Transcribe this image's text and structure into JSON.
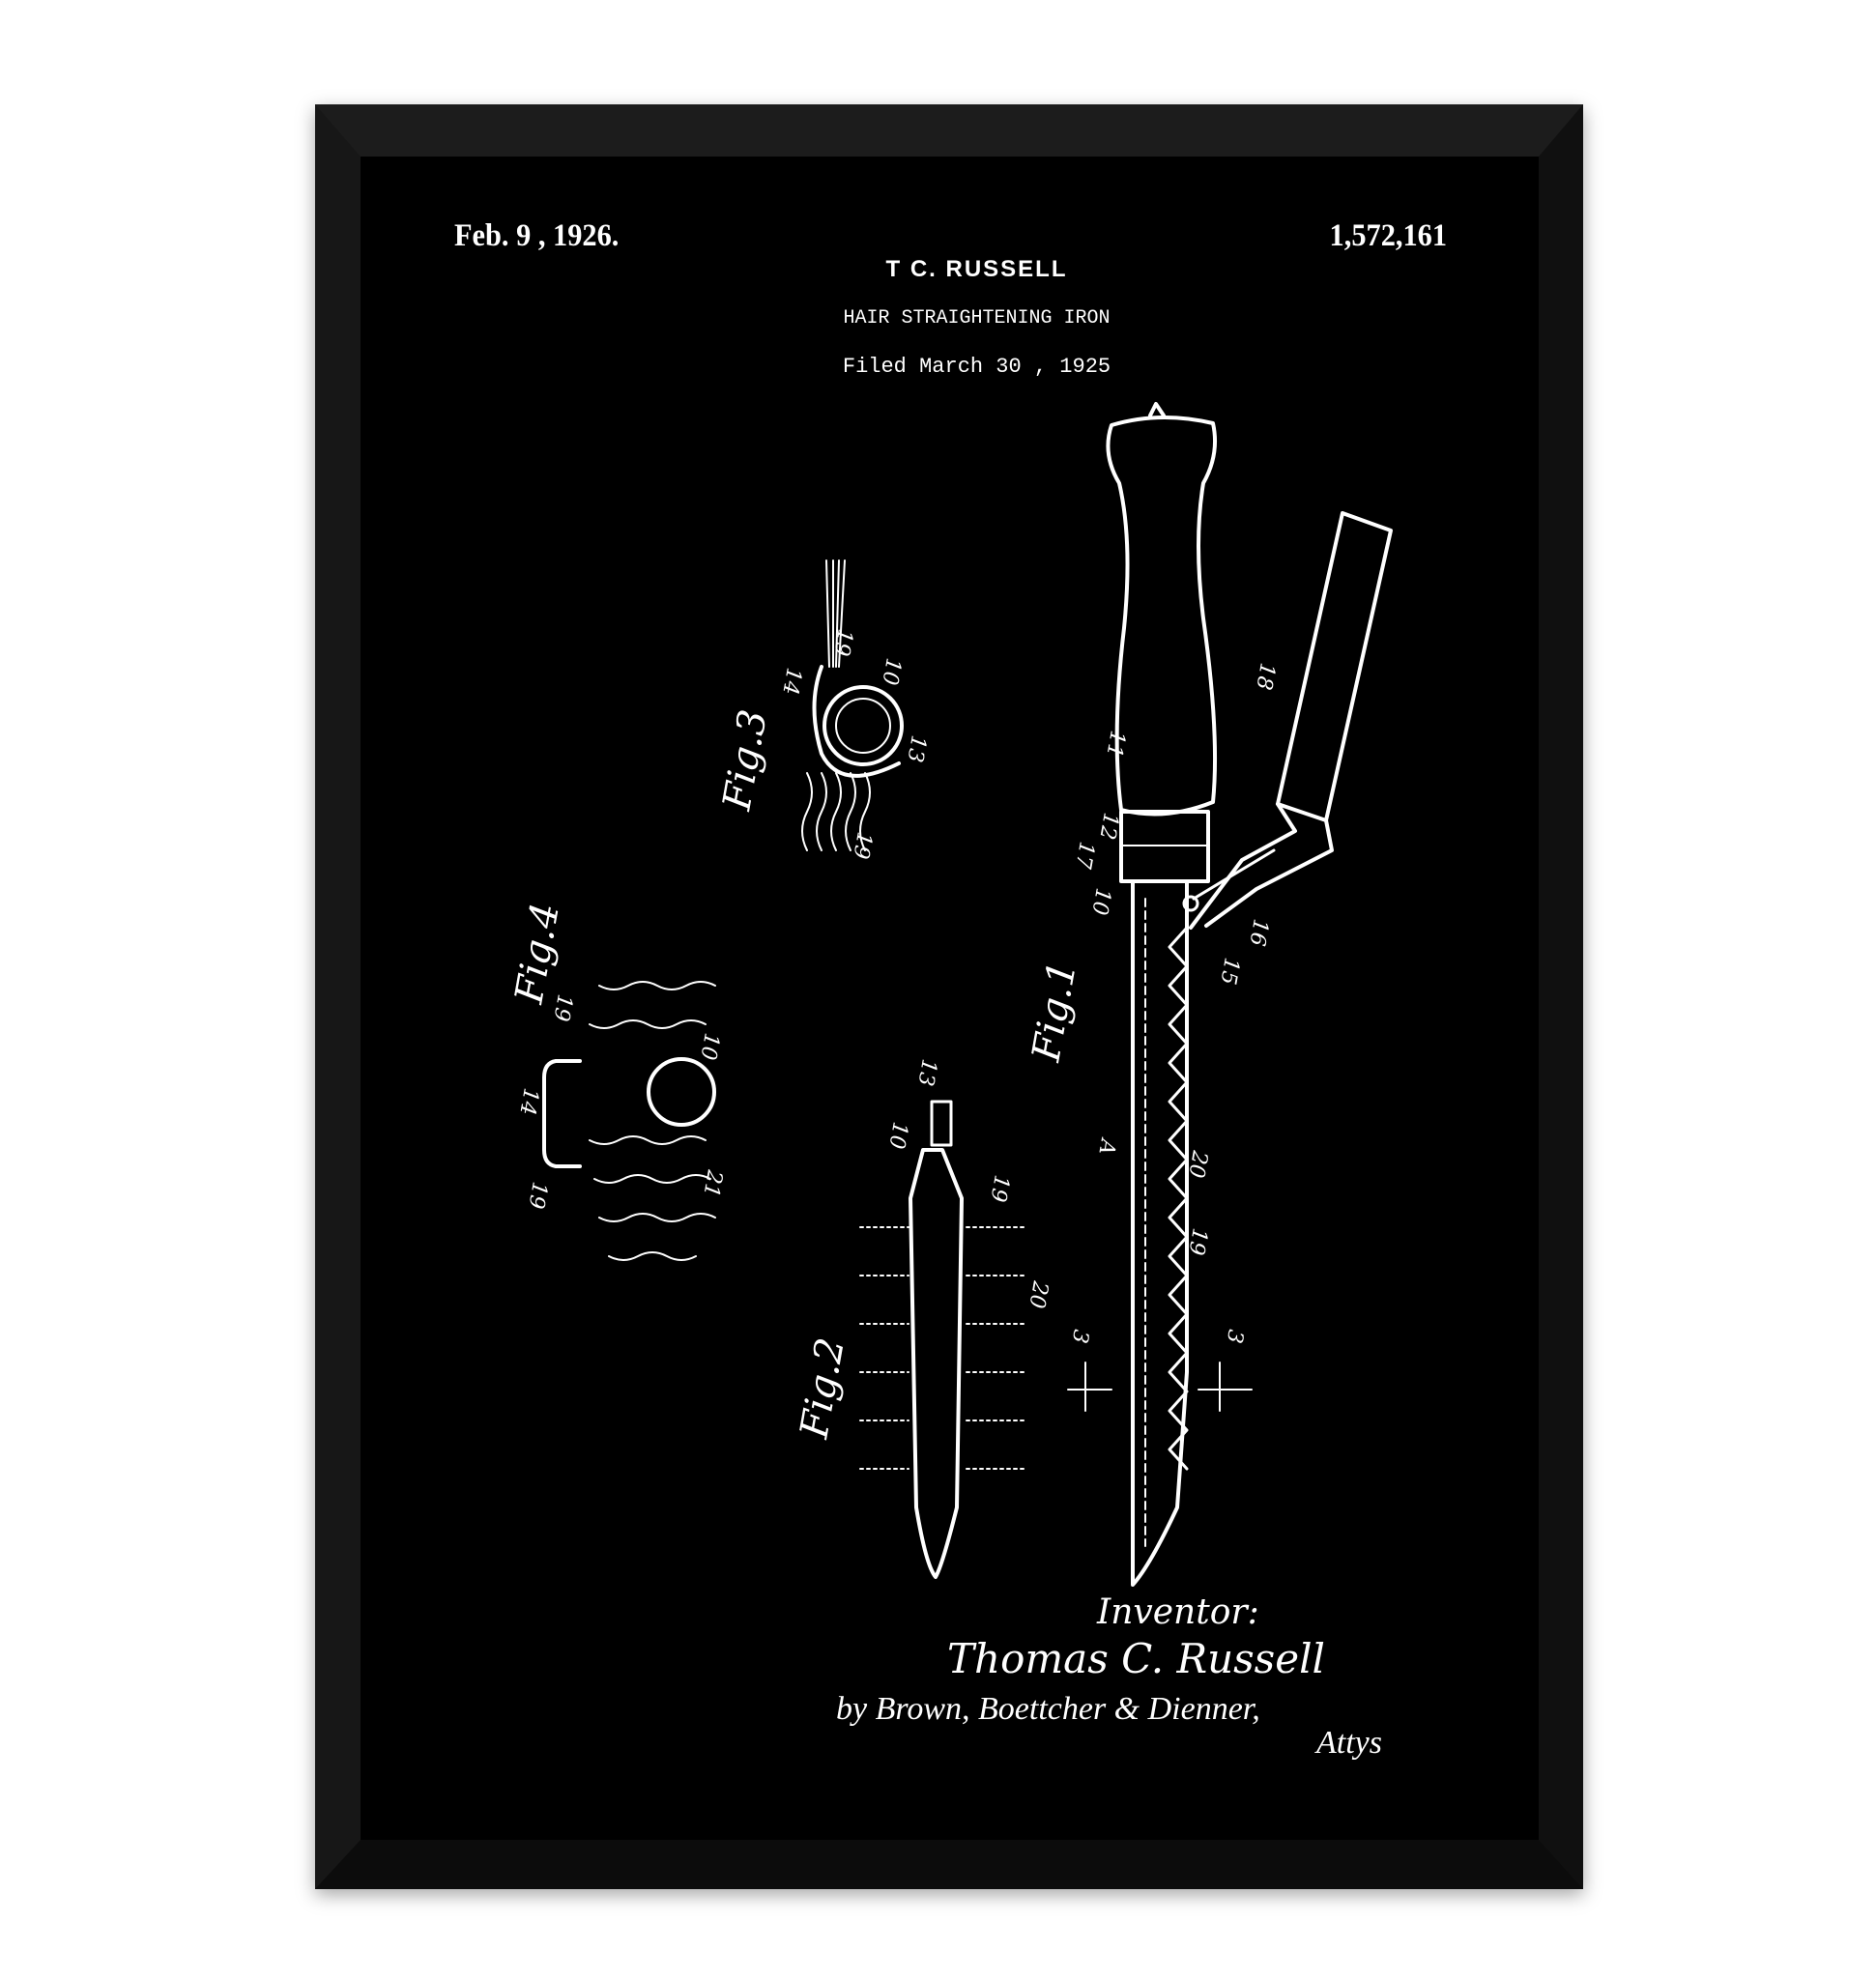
{
  "patent": {
    "date": "Feb. 9 , 1926.",
    "number": "1,572,161",
    "inventor_header": "T C. RUSSELL",
    "title": "HAIR STRAIGHTENING IRON",
    "filed": "Filed March 30 , 1925"
  },
  "figures": {
    "fig1": "Fig.1",
    "fig2": "Fig.2",
    "fig3": "Fig.3",
    "fig4": "Fig.4"
  },
  "reference_numerals": {
    "r11": "11",
    "r18": "18",
    "r12": "12",
    "r17": "17",
    "r10a": "10",
    "r16": "16",
    "r15": "15",
    "rA": "A",
    "r20a": "20",
    "r19a": "19",
    "r3a": "3",
    "r3b": "3",
    "f3_14": "14",
    "f3_19a": "19",
    "f3_10": "10",
    "f3_13": "13",
    "f3_19b": "19",
    "f4_19a": "19",
    "f4_10": "10",
    "f4_14": "14",
    "f4_19b": "19",
    "f4_21": "21",
    "f2_13": "13",
    "f2_10": "10",
    "f2_19": "19",
    "f2_20": "20"
  },
  "signature": {
    "inventor_label": "Inventor:",
    "inventor_name": "Thomas C. Russell",
    "attorneys": "by Brown, Boettcher & Dienner,",
    "attys": "Attys"
  }
}
